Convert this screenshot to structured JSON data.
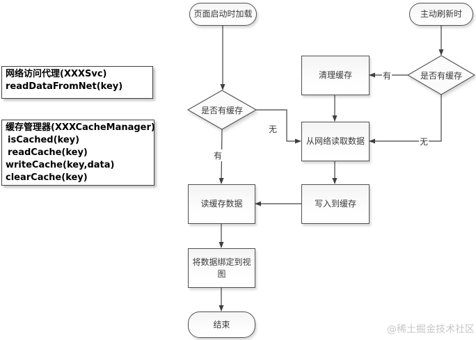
{
  "nodes": {
    "start_page": "页面启动时加载",
    "start_refresh": "主动刷新时",
    "decision_main": "是否有缓存",
    "decision_refresh": "是否有缓存",
    "clear_cache": "清理缓存",
    "read_network": "从网络读取数据",
    "read_cache": "读缓存数据",
    "write_cache": "写入到缓存",
    "bind_view": "将数据绑定到视图",
    "end": "结束"
  },
  "edge_labels": {
    "main_no": "无",
    "main_yes": "有",
    "refresh_yes": "有",
    "refresh_no": "无"
  },
  "annotations": {
    "network_proxy": {
      "title": "网络访问代理(XXXSvc)",
      "lines": [
        "readDataFromNet(key)"
      ]
    },
    "cache_manager": {
      "title": "缓存管理器(XXXCacheManager)",
      "lines": [
        "isCached(key)",
        "readCache(key)",
        "writeCache(key,data)",
        "clearCache(key)"
      ]
    }
  },
  "watermark": "@稀土掘金技术社区",
  "colors": {
    "shape_border": "#4f4f4f",
    "connector": "#404040",
    "shape_fill": "#fbfbfb",
    "annotation_text": "#000000",
    "watermark": "#c6c6c6"
  }
}
